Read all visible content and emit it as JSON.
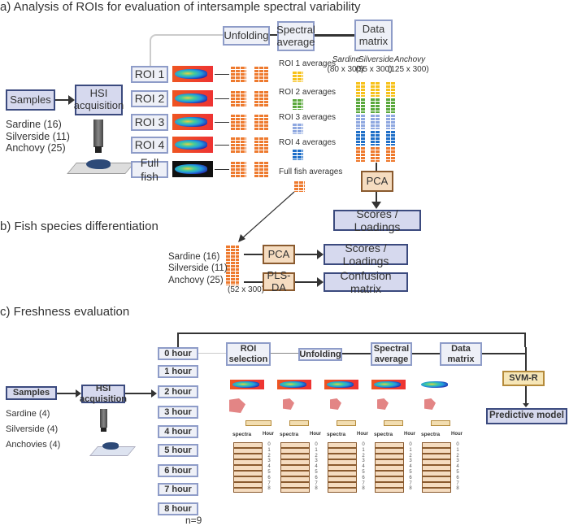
{
  "section_a": {
    "title": "a) Analysis of ROIs for evaluation of intersample spectral variability",
    "samples": "Samples",
    "hsi": "HSI acquisition",
    "species": [
      "Sardine (16)",
      "Silverside (11)",
      "Anchovy (25)"
    ],
    "rois": [
      "ROI 1",
      "ROI 2",
      "ROI 3",
      "ROI 4",
      "Full fish"
    ],
    "unfolding": "Unfolding",
    "spectral_average": "Spectral average",
    "data_matrix": "Data matrix",
    "averages": [
      "ROI 1 averages",
      "ROI 2 averages",
      "ROI 3 averages",
      "ROI 4 averages",
      "Full fish  averages"
    ],
    "average_colors": [
      "#f7c21b",
      "#5aa83c",
      "#8fa8e0",
      "#1f6fc8",
      "#ee7a2e"
    ],
    "matrix_species": [
      {
        "name": "Sardine",
        "dims": "(80 x 300)"
      },
      {
        "name": "Silverside",
        "dims": "(55 x 300)"
      },
      {
        "name": "Anchovy",
        "dims": "(125 x 300)"
      }
    ],
    "pca": "PCA",
    "scores": "Scores / Loadings"
  },
  "section_b": {
    "title": "b) Fish species differentiation",
    "species": [
      "Sardine (16)",
      "Silverside (11)",
      "Anchovy (25)"
    ],
    "dims": "(52 x 300)",
    "pca": "PCA",
    "scores": "Scores / Loadings",
    "plsda": "PLS-DA",
    "confusion": "Confusion matrix"
  },
  "section_c": {
    "title": "c) Freshness evaluation",
    "samples": "Samples",
    "hsi": "HSI acquisition",
    "species": [
      "Sardine (4)",
      "Silverside (4)",
      "Anchovies (4)"
    ],
    "hours": [
      "0 hour",
      "1 hour",
      "2 hour",
      "3 hour",
      "4 hour",
      "5 hour",
      "6 hour",
      "7 hour",
      "8 hour"
    ],
    "n": "n=9",
    "roi_selection": "ROI selection",
    "unfolding": "Unfolding",
    "spectral_average": "Spectral average",
    "data_matrix": "Data matrix",
    "svm": "SVM-R",
    "predictive": "Predictive model",
    "spectra": "spectra",
    "hour_label": "Hour",
    "hour_numbers": [
      "0",
      "1",
      "2",
      "3",
      "4",
      "5",
      "6",
      "7",
      "8"
    ]
  }
}
